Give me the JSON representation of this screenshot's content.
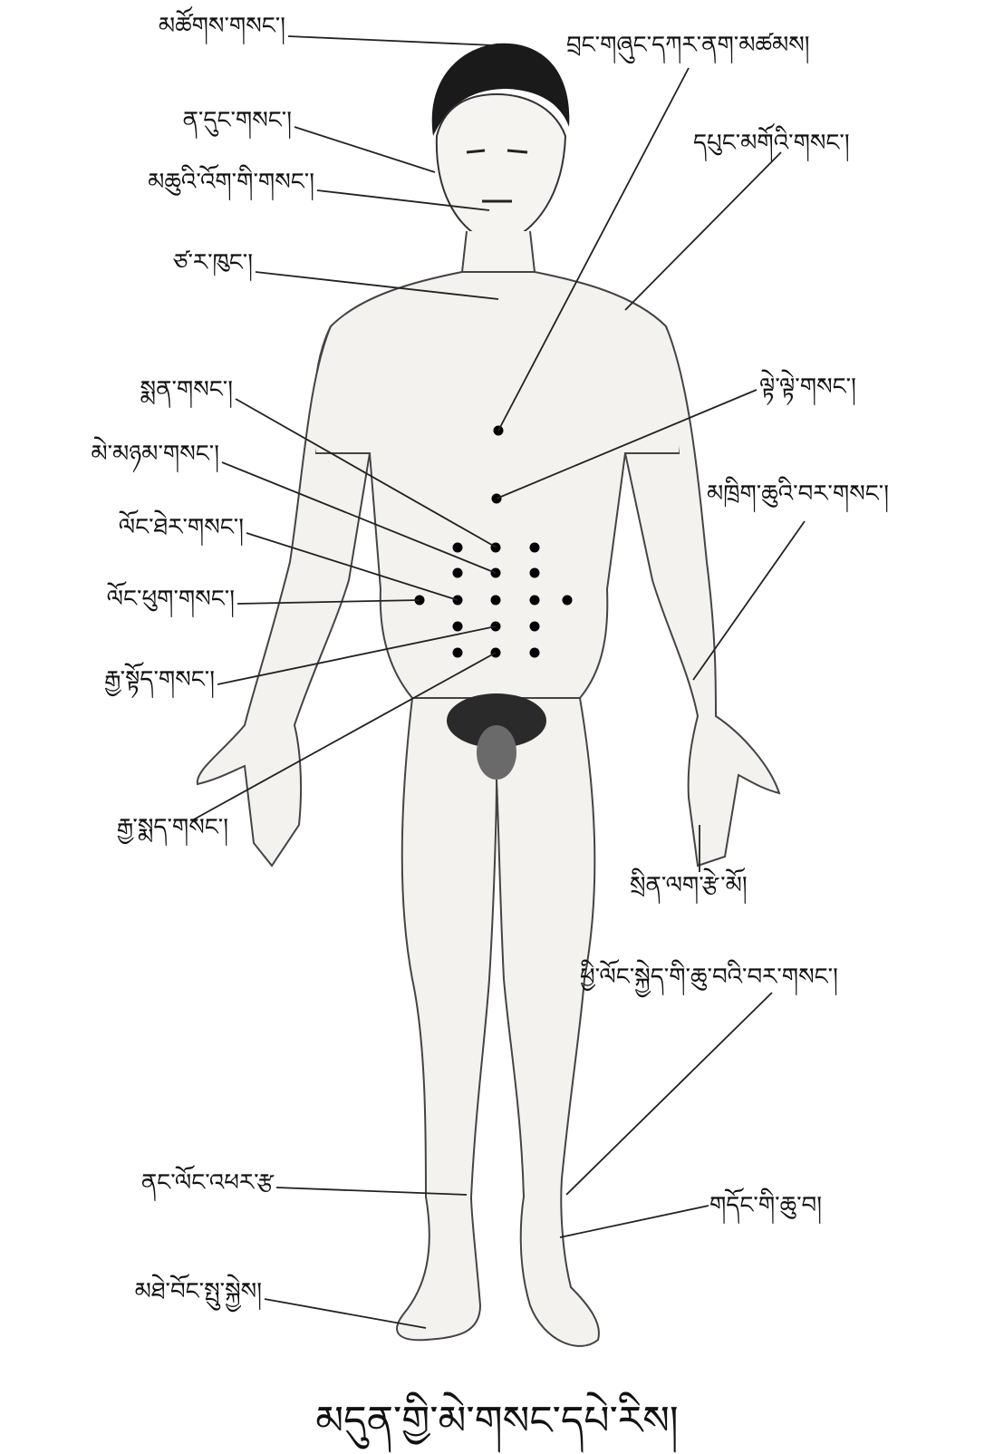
{
  "title": "མདུན་གྱི་མེ་གསང་དཔེ་རིས།",
  "labels": {
    "l1": "མཚོགས་གསང་།",
    "l2": "ན་དུང་གསང་།",
    "l3": "མཆུའི་འོག་གི་གསང་།",
    "l4": "ཙ་ར་ཁུང་།",
    "l5": "སྨན་གསང་།",
    "l6": "མེ་མཉམ་གསང་།",
    "l7": "ལོང་ཐེར་གསང་།",
    "l8": "ལོང་ཕུག་གསང་།",
    "l9": "རྒྱ་སྟོད་གསང་།",
    "l10": "རྒྱ་སྨད་གསང་།",
    "l11": "ནང་ལོང་འཕར་རྩ",
    "l12": "མཐེ་བོང་སྤུ་སྐྱེས།",
    "r1": "བྲང་གཞུང་དཀར་ནག་མཚམས།",
    "r2": "དཔུང་མགོའི་གསང་།",
    "r3": "ལྟེ་ལྟེ་གསང་།",
    "r4": "མཁྲིག་ཆུའི་བར་གསང་།",
    "r5": "སྲིན་ལག་རྩེ་མོ།",
    "r6": "ཕྱི་ལོང་སྐྱེད་གི་ཆུ་བའི་བར་གསང་།",
    "r7": "གདོང་གི་ཆུ་བ།"
  }
}
